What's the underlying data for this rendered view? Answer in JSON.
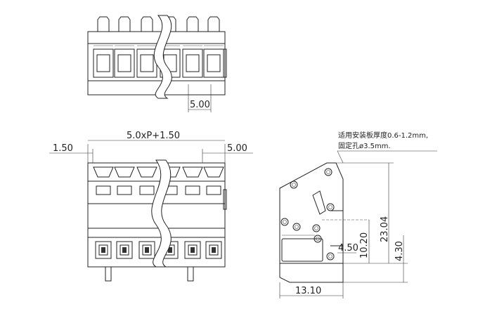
{
  "dimensions": {
    "top_pitch": "5.00",
    "front_overall": "5.0xP+1.50",
    "front_left": "1.50",
    "front_pitch": "5.00",
    "side_height": "23.04",
    "side_hole_height": "10.20",
    "side_offset": "4.50",
    "side_pin": "4.30",
    "side_depth": "13.10"
  },
  "note": {
    "line1": "适用安装板厚度0.6-1.2mm,",
    "line2": "固定孔ø3.5mm."
  }
}
